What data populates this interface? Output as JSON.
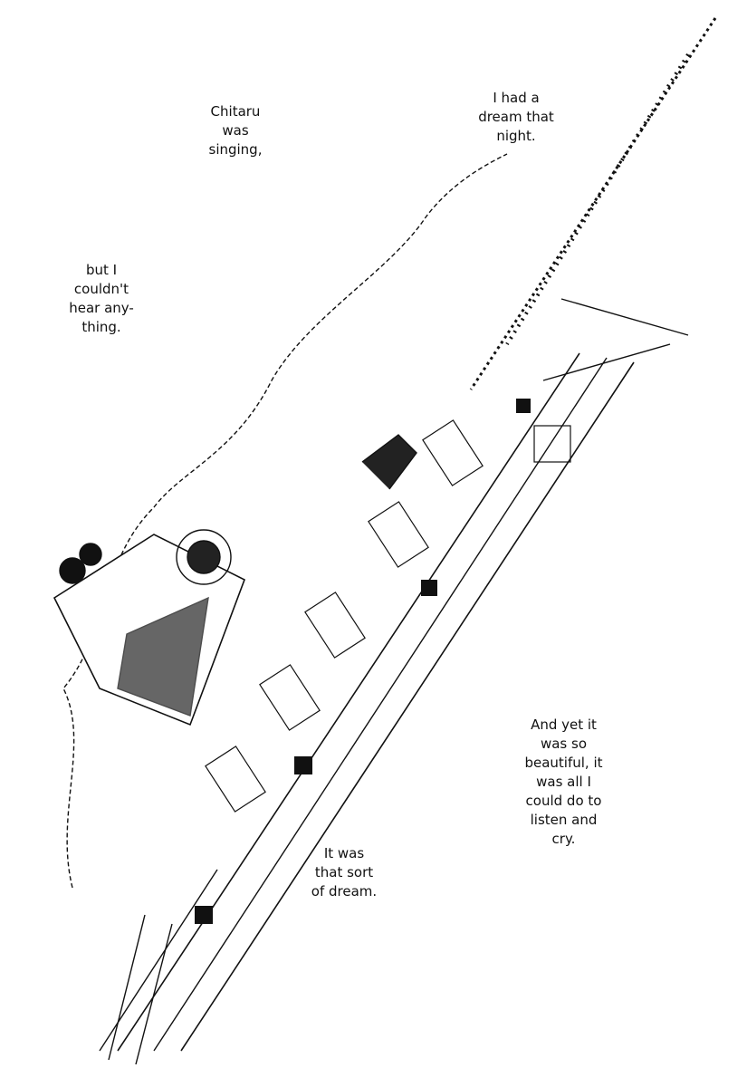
{
  "captions": {
    "dream_night": [
      "I had a",
      "dream that",
      "night."
    ],
    "chitaru": [
      "Chitaru",
      "was",
      "singing,"
    ],
    "couldnt_hear": [
      "but I",
      "couldn't",
      "hear any-",
      "thing."
    ],
    "beautiful": [
      "And yet it",
      "was so",
      "beautiful, it",
      "was all I",
      "could do to",
      "listen and",
      "cry."
    ],
    "sort_of_dream": [
      "It was",
      "that sort",
      "of dream."
    ]
  },
  "colors": {
    "ink": "#111111",
    "paper": "#ffffff"
  }
}
